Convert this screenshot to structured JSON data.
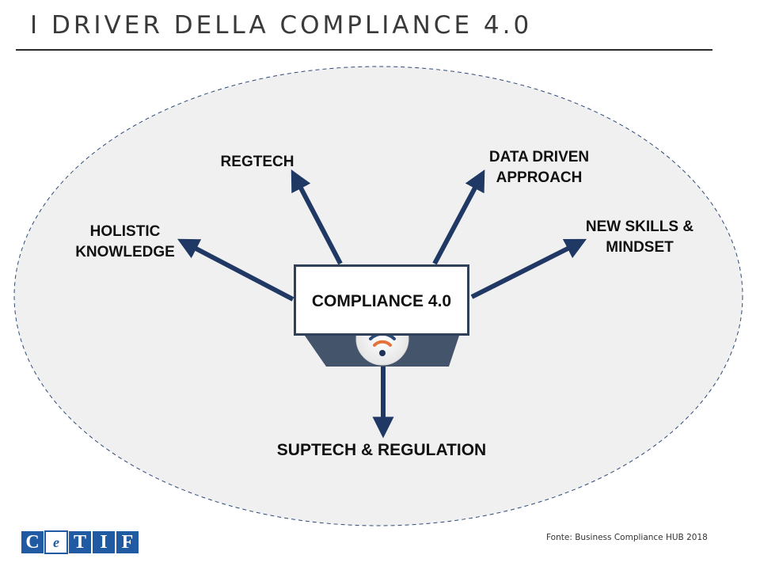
{
  "header": {
    "title": "I DRIVER DELLA COMPLIANCE 4.0"
  },
  "diagram": {
    "center_label": "COMPLIANCE 4.0",
    "center_icon": "wifi-signal-icon",
    "drivers": {
      "holistic_line1": "HOLISTIC",
      "holistic_line2": "KNOWLEDGE",
      "regtech": "REGTECH",
      "data_line1": "DATA DRIVEN",
      "data_line2": "APPROACH",
      "skills_line1": "NEW SKILLS &",
      "skills_line2": "MINDSET",
      "suptech": "SUPTECH & REGULATION"
    }
  },
  "footer": {
    "source": "Fonte: Business Compliance HUB 2018",
    "logo_letters": [
      "C",
      "e",
      "T",
      "I",
      "F"
    ]
  },
  "colors": {
    "arrow": "#203864",
    "box_border": "#2f4058",
    "base": "#44546a",
    "ellipse_fill": "#f0f0f0",
    "ellipse_stroke": "#2f4a78",
    "logo_blue": "#1f5aa3"
  }
}
